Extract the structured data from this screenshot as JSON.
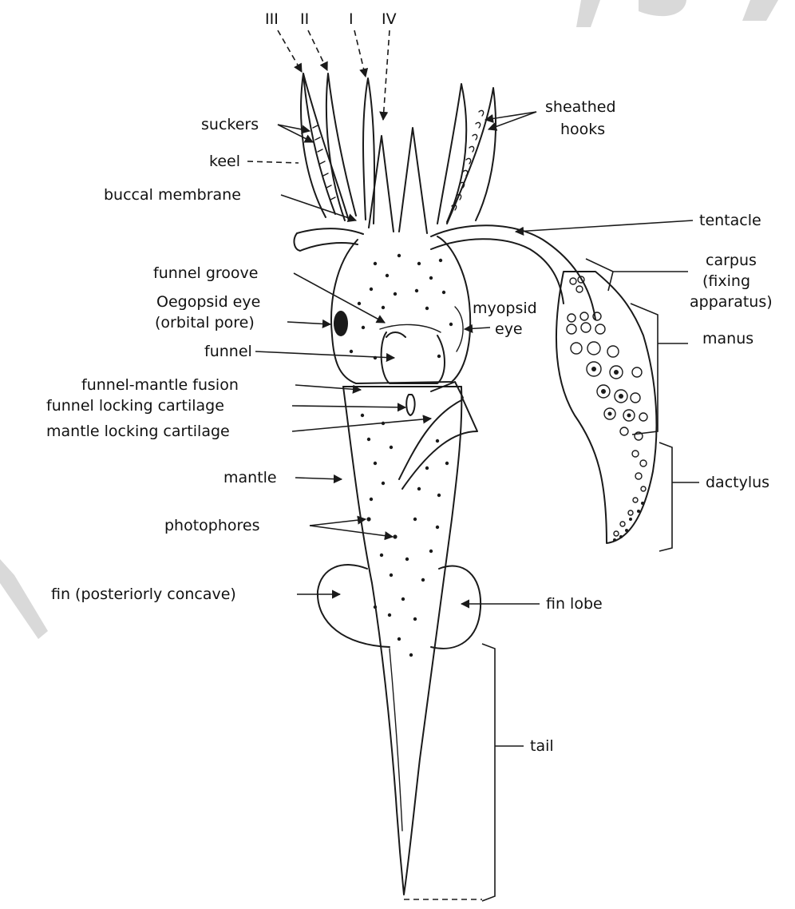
{
  "diagram": {
    "arm_labels": [
      "III",
      "II",
      "I",
      "IV"
    ],
    "labels": {
      "suckers": "suckers",
      "keel": "keel",
      "buccal_membrane": "buccal membrane",
      "sheathed_hooks_1": "sheathed",
      "sheathed_hooks_2": "hooks",
      "tentacle": "tentacle",
      "carpus_1": "carpus",
      "carpus_2": "(fixing",
      "carpus_3": "apparatus)",
      "manus": "manus",
      "dactylus": "dactylus",
      "funnel_groove": "funnel groove",
      "oegopsid_eye_1": "Oegopsid eye",
      "oegopsid_eye_2": "(orbital pore)",
      "myopsid_eye_1": "myopsid",
      "myopsid_eye_2": "eye",
      "funnel": "funnel",
      "funnel_mantle_fusion": "funnel-mantle fusion",
      "funnel_locking_cartilage": "funnel locking cartilage",
      "mantle_locking_cartilage": "mantle locking cartilage",
      "mantle": "mantle",
      "photophores": "photophores",
      "fin": "fin (posteriorly concave)",
      "fin_lobe": "fin lobe",
      "tail": "tail"
    }
  }
}
